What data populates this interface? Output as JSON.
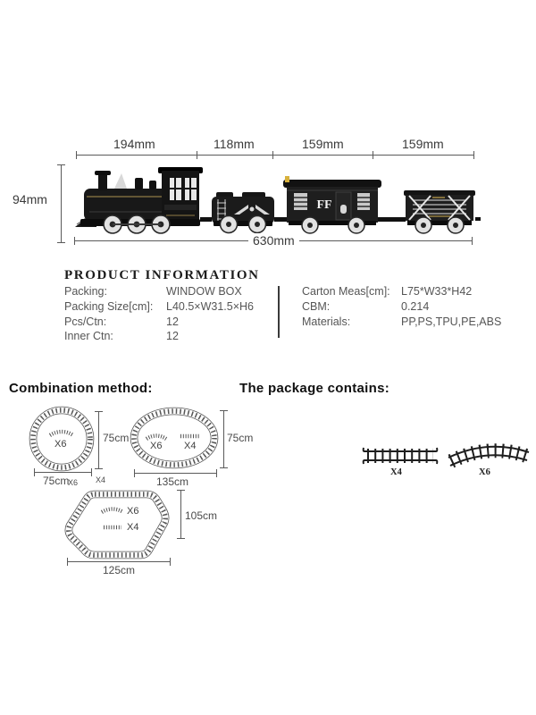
{
  "train_diagram": {
    "segment_dims": [
      "194mm",
      "118mm",
      "159mm",
      "159mm"
    ],
    "height_dim": "94mm",
    "total_length_dim": "630mm",
    "boxcar_logo": "FF"
  },
  "product_info": {
    "title": "PRODUCT INFORMATION",
    "left_rows": [
      {
        "label": "Packing:",
        "value": "WINDOW BOX"
      },
      {
        "label": "Packing Size[cm]:",
        "value": "L40.5×W31.5×H6"
      },
      {
        "label": "Pcs/Ctn:",
        "value": "12"
      },
      {
        "label": "Inner Ctn:",
        "value": "12"
      }
    ],
    "right_rows": [
      {
        "label": "Carton Meas[cm]:",
        "value": "L75*W33*H42"
      },
      {
        "label": "CBM:",
        "value": "0.214"
      },
      {
        "label": "Materials:",
        "value": "PP,PS,TPU,PE,ABS"
      }
    ]
  },
  "combination": {
    "title": "Combination method:",
    "circle": {
      "curve_count": "X6",
      "width_label": "75cm",
      "width_suffix": "X6",
      "extra_label": "X4",
      "height_label": "75cm"
    },
    "oval": {
      "curve_count": "X6",
      "straight_count": "X4",
      "width_label": "135cm",
      "height_label": "75cm"
    },
    "polygon": {
      "curve_count": "X6",
      "straight_count": "X4",
      "width_label": "125cm",
      "height_label": "105cm"
    }
  },
  "package": {
    "title": "The package contains:",
    "straight_count": "X4",
    "curved_count": "X6"
  }
}
